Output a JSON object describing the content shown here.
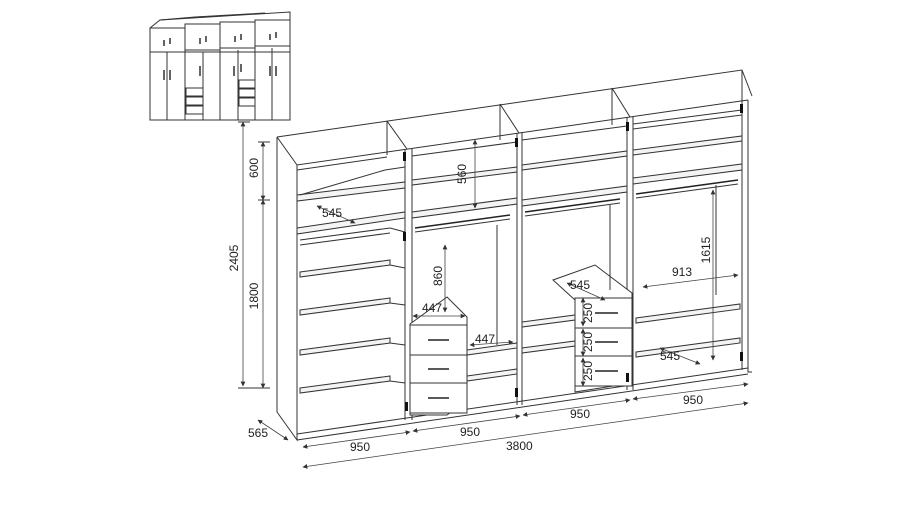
{
  "dimensions": {
    "overall_height": "2405",
    "top_section_height": "600",
    "lower_section_height": "1800",
    "depth": "565",
    "module_width_1": "950",
    "module_width_2": "950",
    "module_width_3": "950",
    "module_width_4": "950",
    "overall_width": "3800",
    "shelf_depth_top": "545",
    "top_inner_height": "560",
    "drawer_width": "447",
    "drawer_gap_height": "860",
    "lower_shelf_width": "447",
    "drawer_block_depth": "545",
    "drawer_height_1": "250",
    "drawer_height_2": "250",
    "drawer_height_3": "250",
    "hanging_width": "913",
    "hanging_height": "1615",
    "bottom_shelf_depth": "545"
  },
  "colors": {
    "line": "#333333",
    "panel": "#f4f4f4",
    "background": "#ffffff"
  },
  "icons": {
    "arrow": "dimension-arrow"
  }
}
